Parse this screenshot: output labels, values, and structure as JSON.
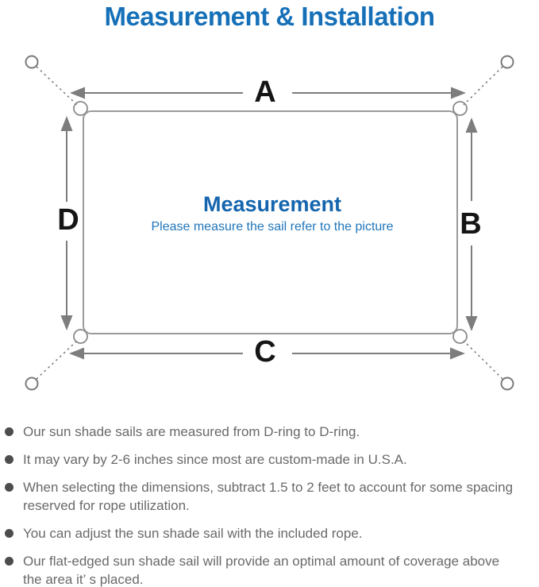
{
  "title": "Measurement & Installation",
  "diagram": {
    "labels": {
      "top": "A",
      "right": "B",
      "bottom": "C",
      "left": "D"
    },
    "center_heading": "Measurement",
    "center_subtitle": "Please measure the sail refer to the picture",
    "colors": {
      "title_blue": "#1670b8",
      "heading_blue": "#1565ae",
      "subtitle_blue": "#2076bb",
      "dimension_label_black": "#151515",
      "line_gray": "#7d7d7d",
      "outline_gray": "#9a9a9a",
      "note_text_gray": "#696969"
    }
  },
  "notes": [
    "Our sun shade sails are measured from D-ring to D-ring.",
    "It may vary by 2-6 inches since most are custom-made in U.S.A.",
    "When selecting the dimensions, subtract 1.5 to 2 feet to account for some spacing\nreserved for rope utilization.",
    "You can adjust the sun shade sail with the included rope.",
    "Our flat-edged sun shade sail will provide an optimal amount of coverage above\nthe area it’ s placed."
  ]
}
